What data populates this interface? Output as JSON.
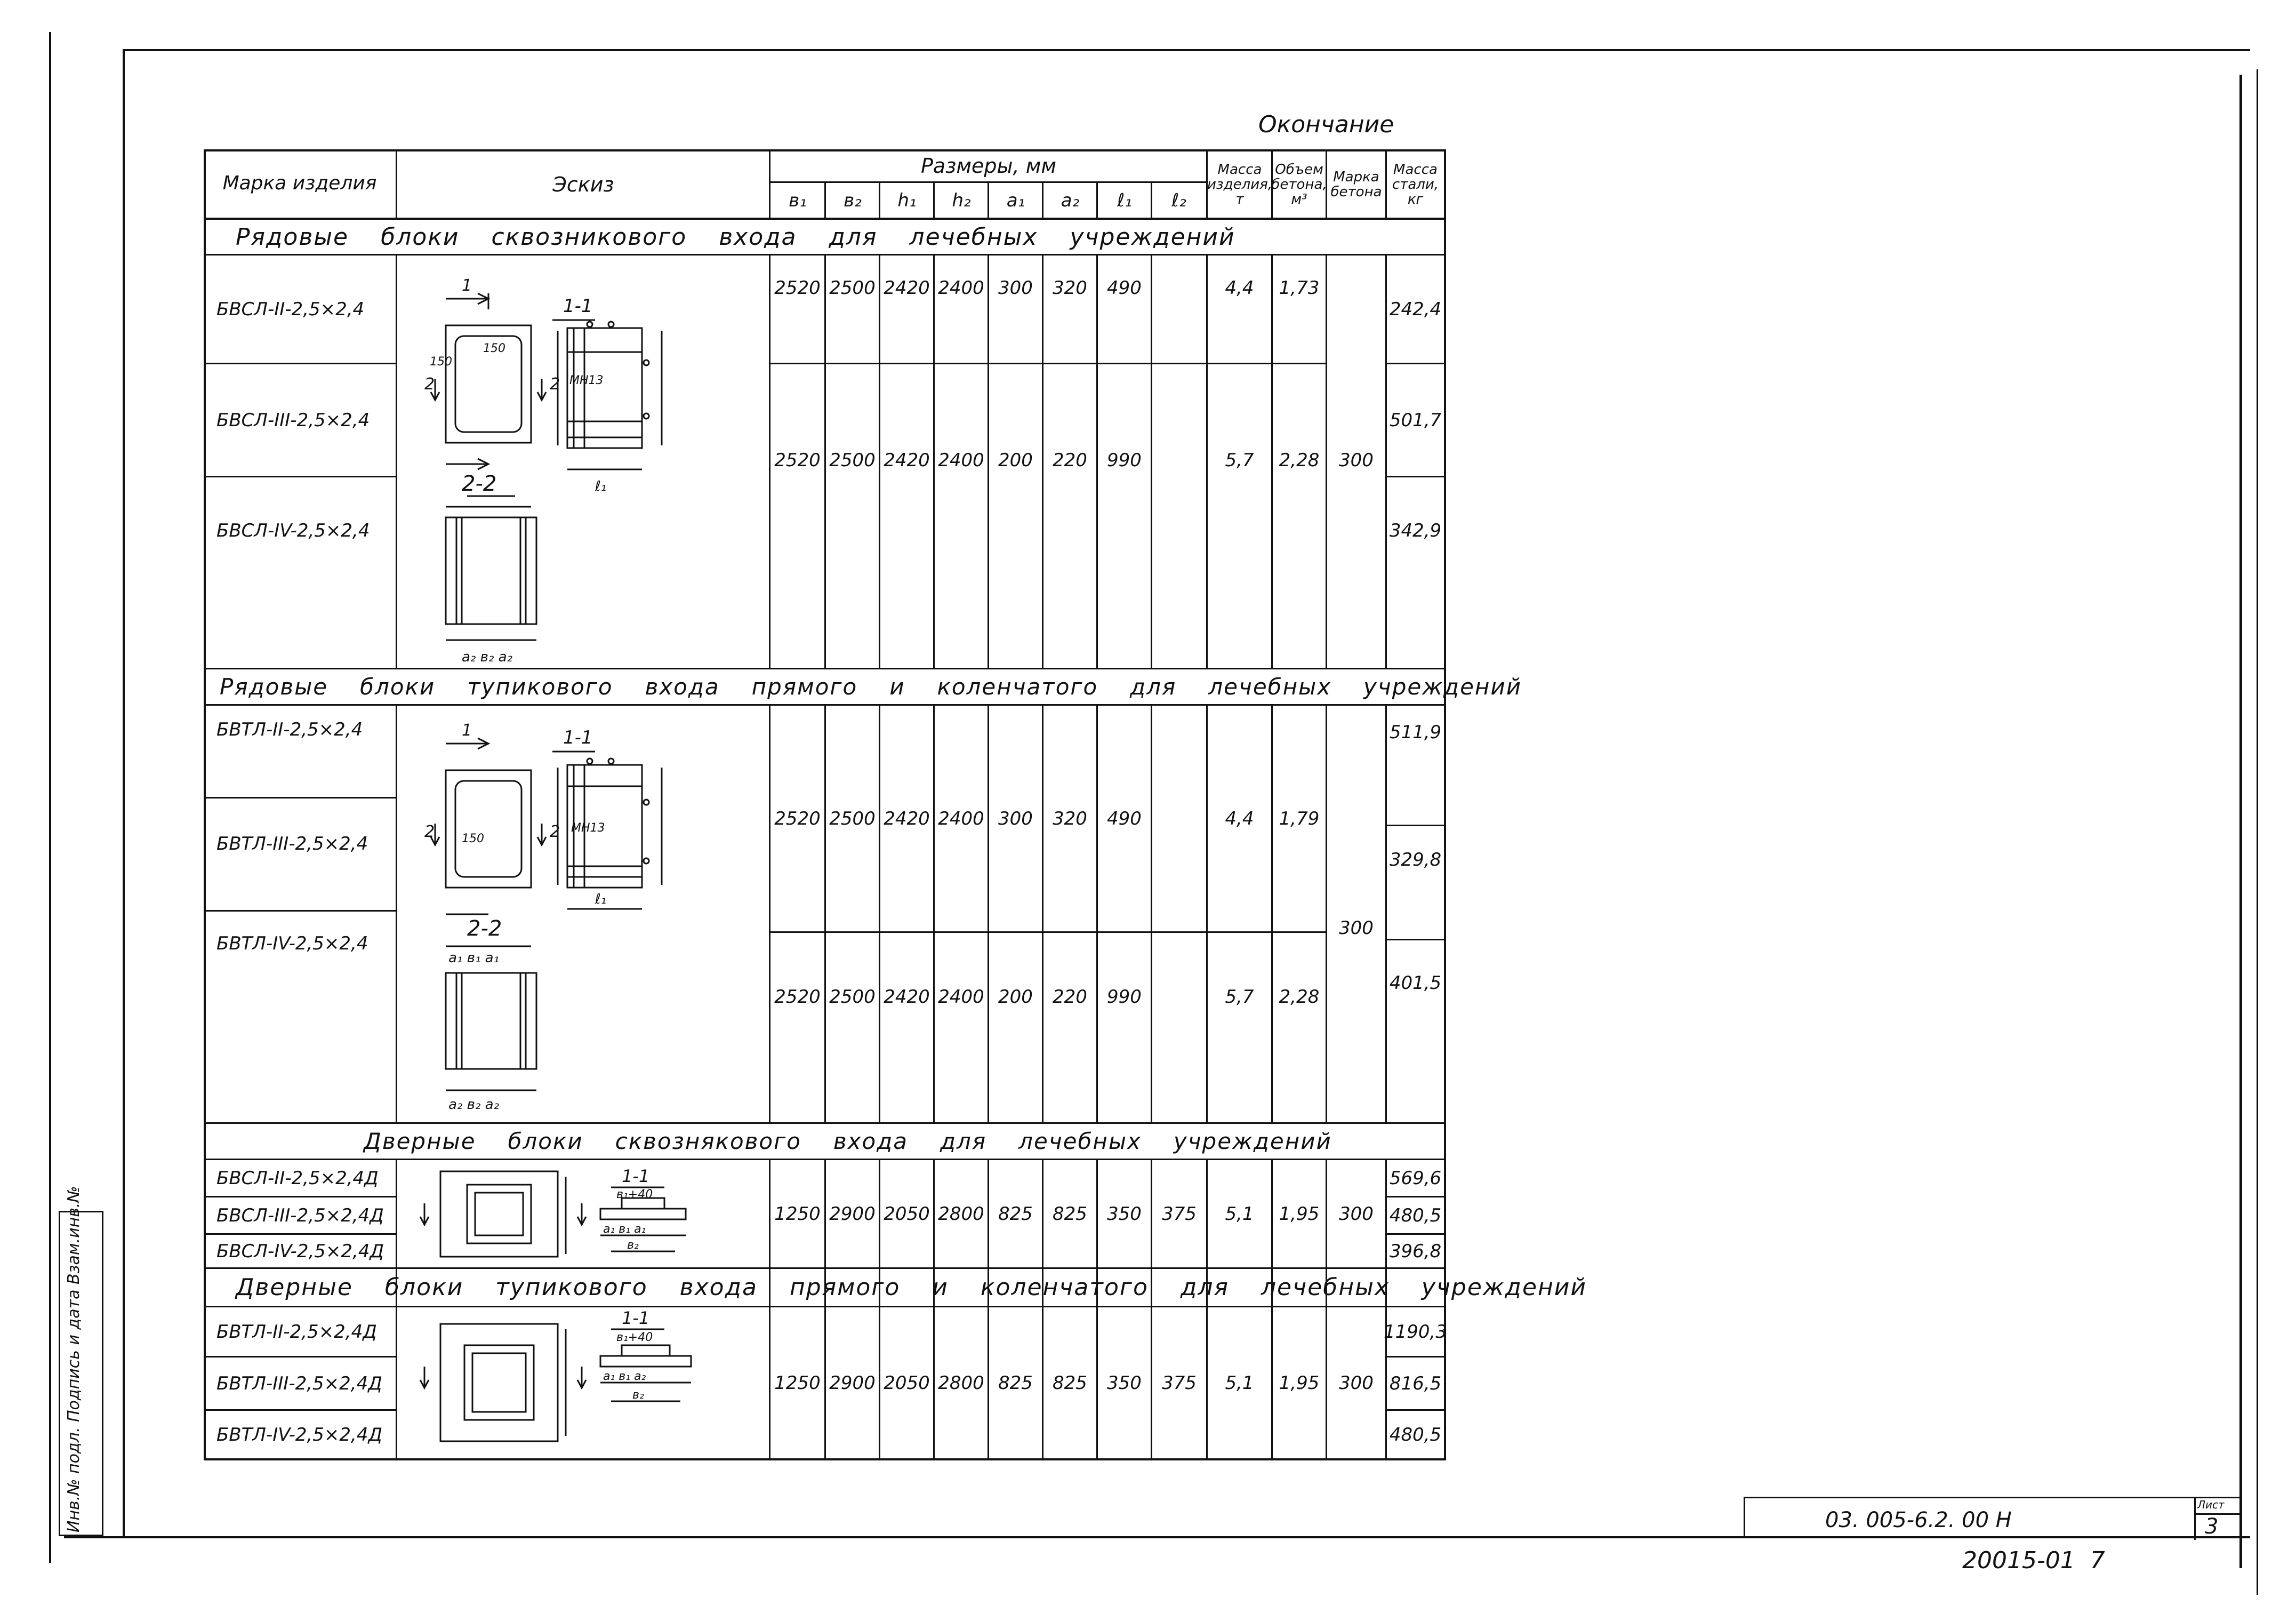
{
  "title": "Окончание",
  "header": {
    "mark": "Марка изделия",
    "sketch": "Эскиз",
    "sizes": "Размеры, мм",
    "cols": [
      "в₁",
      "в₂",
      "h₁",
      "h₂",
      "a₁",
      "a₂",
      "ℓ₁",
      "ℓ₂"
    ],
    "mass": "Масса изделия, т",
    "volume": "Объем бетона, м³",
    "concrete": "Марка бетона",
    "steel": "Масса стали, кг"
  },
  "sections": [
    {
      "title": [
        "Рядовые",
        "блоки",
        "сквозникового",
        "входа",
        "для",
        "лечебных",
        "учреждений"
      ]
    },
    {
      "title": [
        "Рядовые",
        "блоки",
        "тупикового",
        "входа",
        "прямого",
        "и",
        "коленчатого",
        "для",
        "лечебных",
        "учреждений"
      ]
    },
    {
      "title": [
        "Дверные",
        "блоки",
        "сквознякового",
        "входа",
        "для",
        "лечебных",
        "учреждений"
      ]
    },
    {
      "title": [
        "Дверные",
        "блоки",
        "тупикового",
        "входа",
        "прямого",
        "и",
        "коленчатого",
        "для",
        "лечебных",
        "учреждений"
      ]
    }
  ],
  "marks": {
    "s1": [
      "БВСЛ-II-2,5×2,4",
      "БВСЛ-III-2,5×2,4",
      "БВСЛ-IV-2,5×2,4"
    ],
    "s2": [
      "БВТЛ-II-2,5×2,4",
      "БВТЛ-III-2,5×2,4",
      "БВТЛ-IV-2,5×2,4"
    ],
    "s3": [
      "БВСЛ-II-2,5×2,4Д",
      "БВСЛ-III-2,5×2,4Д",
      "БВСЛ-IV-2,5×2,4Д"
    ],
    "s4": [
      "БВТЛ-II-2,5×2,4Д",
      "БВТЛ-III-2,5×2,4Д",
      "БВТЛ-IV-2,5×2,4Д"
    ]
  },
  "values": {
    "s1a": [
      "2520",
      "2500",
      "2420",
      "2400",
      "300",
      "320",
      "490",
      "",
      "4,4",
      "1,73"
    ],
    "s1b": [
      "2520",
      "2500",
      "2420",
      "2400",
      "200",
      "220",
      "990",
      "",
      "5,7",
      "2,28"
    ],
    "s1_concrete": "300",
    "s1_steel": [
      "242,4",
      "501,7",
      "342,9"
    ],
    "s2a": [
      "2520",
      "2500",
      "2420",
      "2400",
      "300",
      "320",
      "490",
      "",
      "4,4",
      "1,79"
    ],
    "s2b": [
      "2520",
      "2500",
      "2420",
      "2400",
      "200",
      "220",
      "990",
      "",
      "5,7",
      "2,28"
    ],
    "s2_concrete": "300",
    "s2_steel": [
      "511,9",
      "329,8",
      "401,5"
    ],
    "s3": [
      "1250",
      "2900",
      "2050",
      "2800",
      "825",
      "825",
      "350",
      "375",
      "5,1",
      "1,95",
      "300"
    ],
    "s3_steel": [
      "569,6",
      "480,5",
      "396,8"
    ],
    "s4": [
      "1250",
      "2900",
      "2050",
      "2800",
      "825",
      "825",
      "350",
      "375",
      "5,1",
      "1,95",
      "300"
    ],
    "s4_steel": [
      "1190,3",
      "816,5",
      "480,5"
    ]
  },
  "sketch": {
    "sec11": "1-1",
    "sec22": "2-2",
    "dim150": "150",
    "mn13": "МН13",
    "b1p40": "в₁+40"
  },
  "stamp": {
    "doc_code": "03. 005-6.2. 00 Н",
    "sheet_label": "Лист",
    "sheet_no": "3",
    "order_no": "20015-01  7",
    "side_labels": "Инв.№ подл. Подпись и дата Взам.инв.№"
  }
}
